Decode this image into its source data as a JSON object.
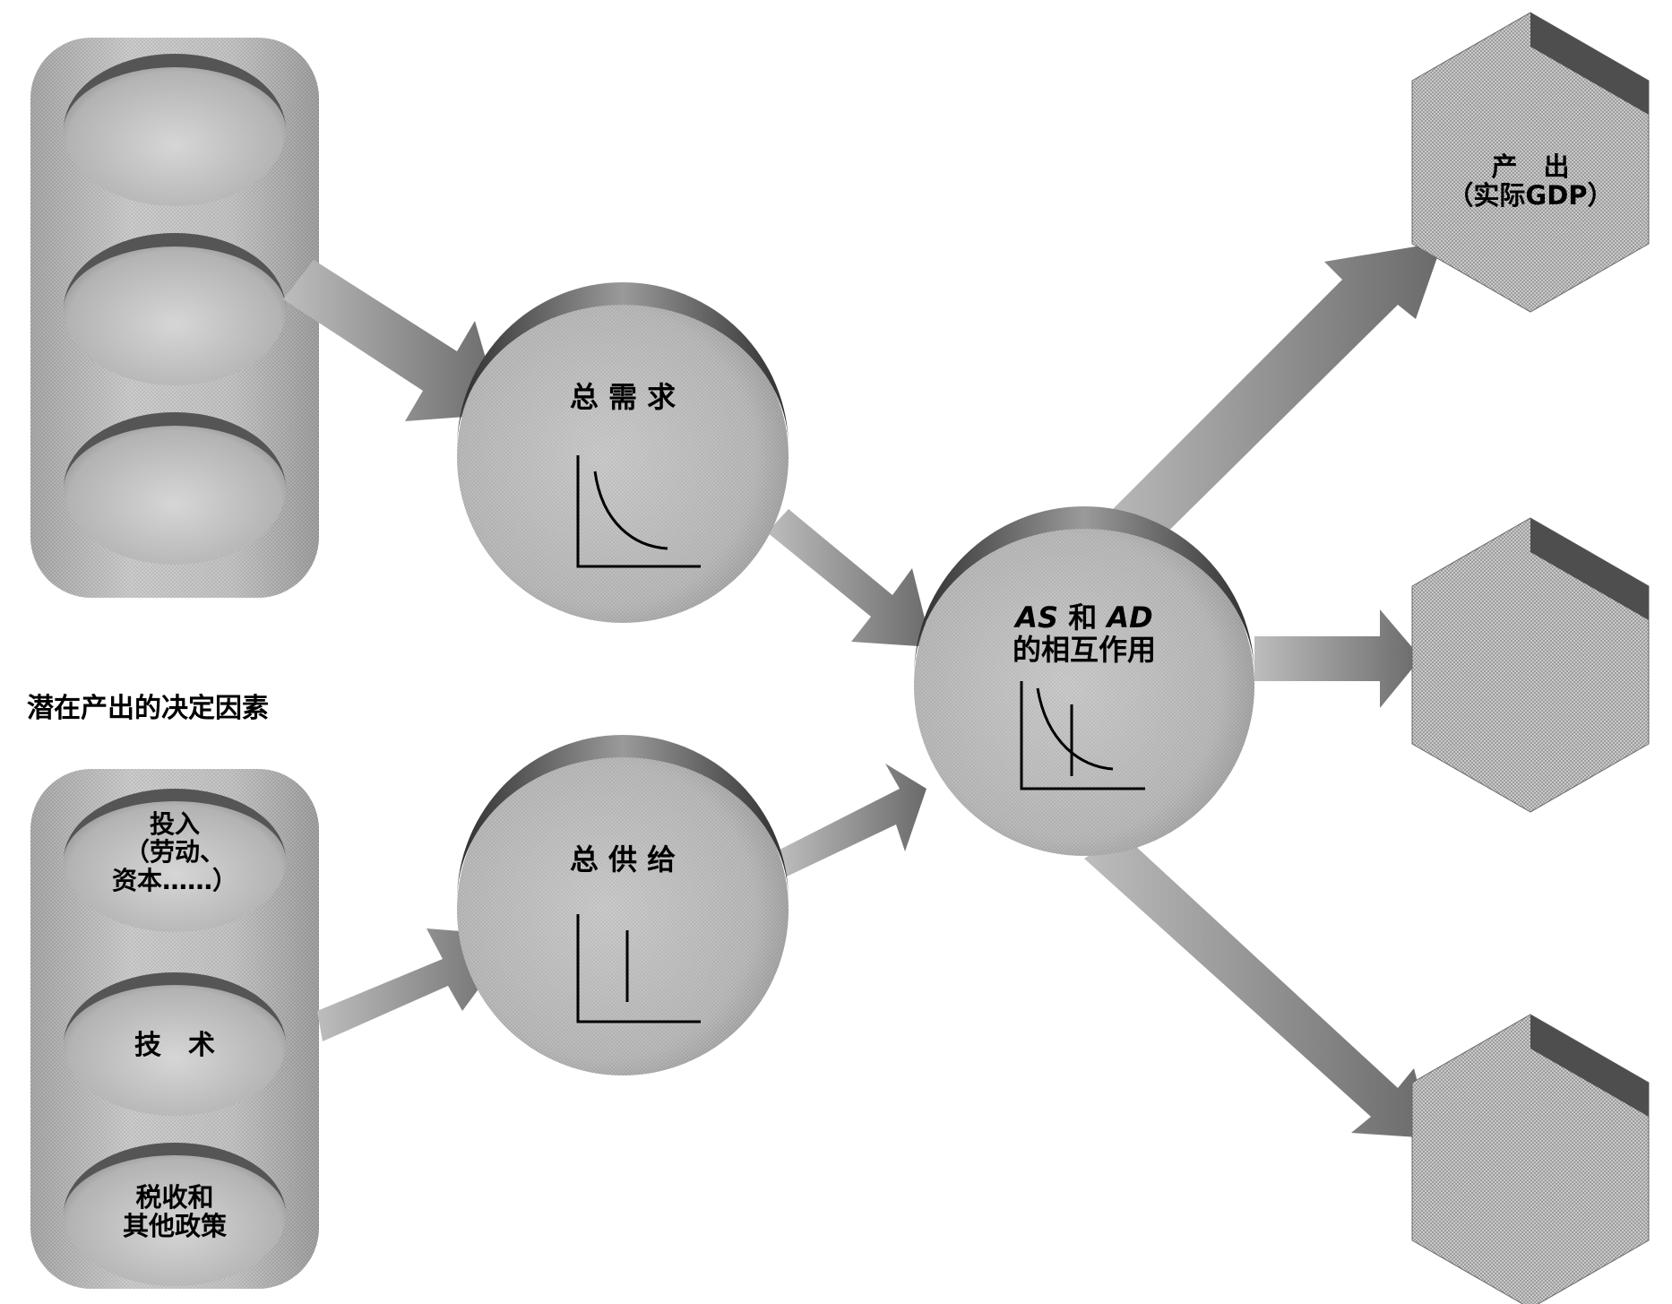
{
  "diagram": {
    "left_top_group": {
      "ovals": [
        "",
        "",
        ""
      ]
    },
    "section_label": "潜在产出的决定因素",
    "left_bottom_group": {
      "ovals": [
        {
          "line1": "投入",
          "line2": "（劳动、",
          "line3": "资本……）"
        },
        {
          "line1": "技　术"
        },
        {
          "line1": "税收和",
          "line2": "其他政策"
        }
      ]
    },
    "aggregate_demand": {
      "label": "总 需 求",
      "icon": "downward-sloping-demand-curve-icon"
    },
    "aggregate_supply": {
      "label": "总 供 给",
      "icon": "vertical-supply-line-icon"
    },
    "interaction": {
      "line1_part1": "AS",
      "line1_part2": "和",
      "line1_part3": "AD",
      "line2": "的相互作用",
      "icon": "supply-demand-intersection-icon"
    },
    "outputs": [
      {
        "line1": "产　出",
        "line2": "（实际GDP）"
      },
      {
        "line1": ""
      },
      {
        "line1": ""
      }
    ]
  },
  "colors": {
    "shape_fill": "#bdbdbd",
    "shape_dark": "#4a4a4a",
    "arrow": "#a8a8a8",
    "text": "#000000"
  }
}
